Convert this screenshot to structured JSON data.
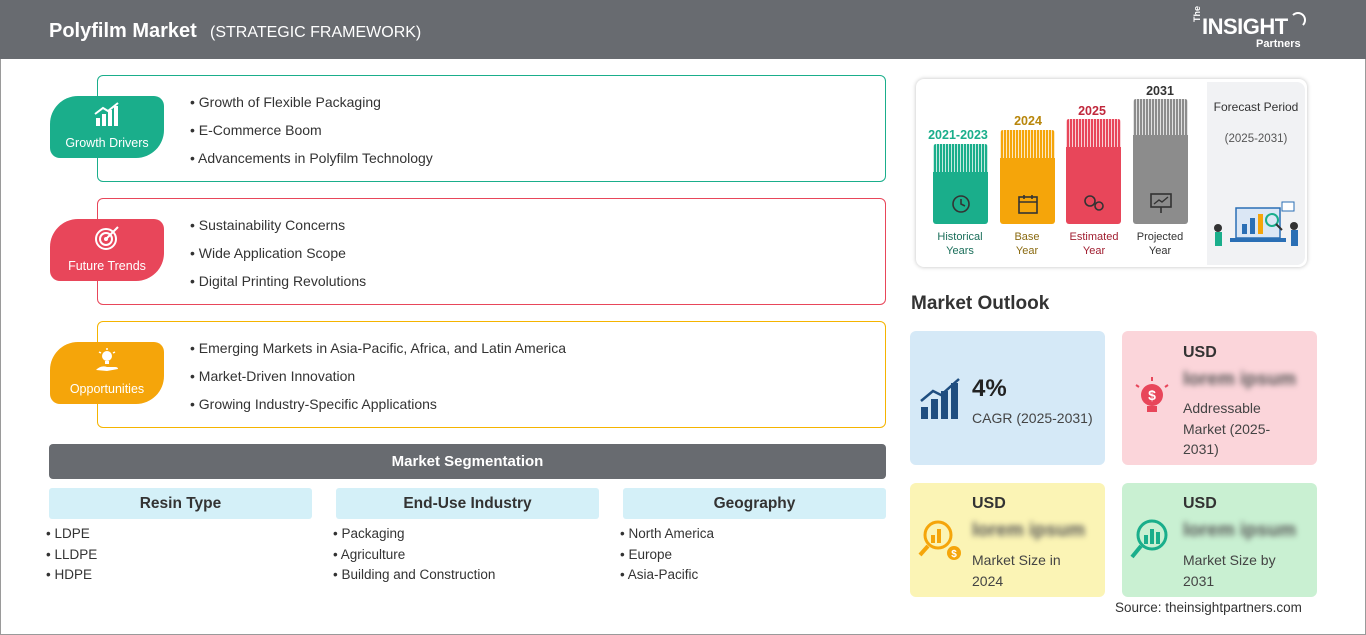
{
  "header": {
    "title": "Polyfilm Market",
    "subtitle": "(STRATEGIC FRAMEWORK)",
    "logo_the": "The",
    "logo_insight": "INSIGHT",
    "logo_partners": "Partners"
  },
  "colors": {
    "header_bg": "#686b70",
    "growth": "#1aae8b",
    "trends": "#e8465a",
    "opportunities": "#f5a50a",
    "segment_head": "#d4f0f8"
  },
  "framework": [
    {
      "label": "Growth Drivers",
      "icon": "growth-chart-icon",
      "items": [
        "Growth of Flexible Packaging",
        "E-Commerce Boom",
        "Advancements in Polyfilm Technology"
      ]
    },
    {
      "label": "Future Trends",
      "icon": "target-icon",
      "items": [
        "Sustainability Concerns",
        "Wide Application Scope",
        "Digital Printing Revolutions"
      ]
    },
    {
      "label": "Opportunities",
      "icon": "lightbulb-hand-icon",
      "items": [
        "Emerging Markets in Asia-Pacific, Africa, and Latin America",
        "Market-Driven Innovation",
        "Growing Industry-Specific Applications"
      ]
    }
  ],
  "segmentation": {
    "title": "Market Segmentation",
    "columns": [
      {
        "head": "Resin Type",
        "items": [
          "LDPE",
          "LLDPE",
          "HDPE"
        ]
      },
      {
        "head": "End-Use Industry",
        "items": [
          "Packaging",
          "Agriculture",
          "Building and Construction"
        ]
      },
      {
        "head": "Geography",
        "items": [
          "North America",
          "Europe",
          "Asia-Pacific"
        ]
      }
    ]
  },
  "timeline": {
    "bars": [
      {
        "year": "2021-2023",
        "caption_1": "Historical",
        "caption_2": "Years",
        "color": "#1aae8b",
        "icon": "history-icon"
      },
      {
        "year": "2024",
        "caption_1": "Base",
        "caption_2": "Year",
        "color": "#f5a50a",
        "icon": "calendar-icon"
      },
      {
        "year": "2025",
        "caption_1": "Estimated",
        "caption_2": "Year",
        "color": "#e8465a",
        "icon": "gears-icon"
      },
      {
        "year": "2031",
        "caption_1": "Projected",
        "caption_2": "Year",
        "color": "#8c8c8c",
        "icon": "presentation-icon"
      }
    ],
    "forecast_title": "Forecast Period",
    "forecast_range": "(2025-2031)"
  },
  "outlook": {
    "title": "Market Outlook",
    "cagr_value": "4%",
    "cagr_label": "CAGR (2025-2031)",
    "addressable_usd": "USD",
    "addressable_blur": "lorem ipsum",
    "addressable_label_1": "Addressable",
    "addressable_label_2": "Market (2025-",
    "addressable_label_3": "2031)",
    "size2024_usd": "USD",
    "size2024_blur": "lorem ipsum",
    "size2024_label_1": "Market Size in",
    "size2024_label_2": "2024",
    "size2031_usd": "USD",
    "size2031_blur": "lorem ipsum",
    "size2031_label_1": "Market Size by",
    "size2031_label_2": "2031"
  },
  "source": "Source: theinsightpartners.com"
}
